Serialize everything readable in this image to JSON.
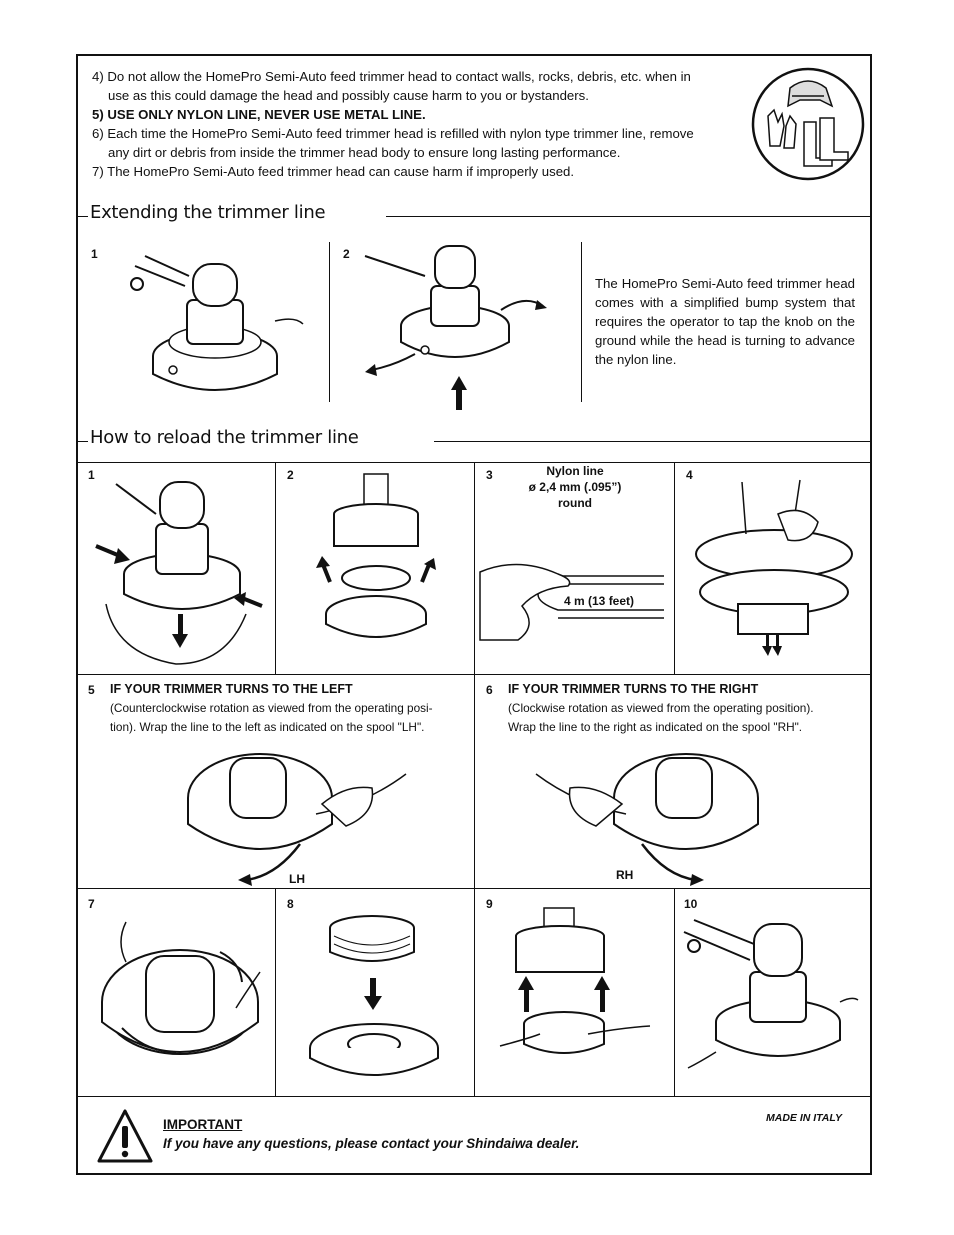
{
  "intro": {
    "item4_line1": "4) Do not allow the HomePro Semi-Auto feed trimmer head to contact walls, rocks, debris, etc. when in",
    "item4_line2": "use as this could damage the head and possibly cause harm to you or bystanders.",
    "item5": "5) USE ONLY NYLON LINE, NEVER USE METAL LINE.",
    "item6_line1": "6) Each time the HomePro Semi-Auto feed trimmer head is refilled with nylon type trimmer line, remove",
    "item6_line2": "any dirt or debris from inside the trimmer head body to ensure long lasting performance.",
    "item7": "7) The HomePro Semi-Auto feed trimmer head can cause harm if improperly used."
  },
  "extending": {
    "title": "Extending the trimmer line",
    "step1": "1",
    "step2": "2",
    "description": "The HomePro Semi-Auto feed trimmer head comes with a simplified bump system that requires the operator to tap the knob on the ground while the head is turning to advance the nylon line."
  },
  "reload": {
    "title": "How to reload the trimmer line",
    "steps": {
      "s1": "1",
      "s2": "2",
      "s3": "3",
      "s4": "4",
      "s5": "5",
      "s6": "6",
      "s7": "7",
      "s8": "8",
      "s9": "9",
      "s10": "10"
    },
    "nylon_label_1": "Nylon line",
    "nylon_label_2": "ø 2,4 mm (.095”)",
    "nylon_label_3": "round",
    "length_label": "4 m (13 feet)",
    "left_title": "IF YOUR TRIMMER TURNS TO THE LEFT",
    "left_body_1": "(Counterclockwise rotation as viewed from the operating posi-",
    "left_body_2": "tion). Wrap the line to the left as indicated on the spool \"LH\".",
    "right_title": "IF YOUR TRIMMER TURNS TO THE RIGHT",
    "right_body_1": "(Clockwise rotation as viewed from the operating position).",
    "right_body_2": "Wrap the line to the right as indicated on the spool \"RH\".",
    "lh": "LH",
    "rh": "RH"
  },
  "footer": {
    "important": "IMPORTANT",
    "message": "If you have any questions, please contact your Shindaiwa dealer.",
    "made_in": "MADE IN ITALY"
  }
}
